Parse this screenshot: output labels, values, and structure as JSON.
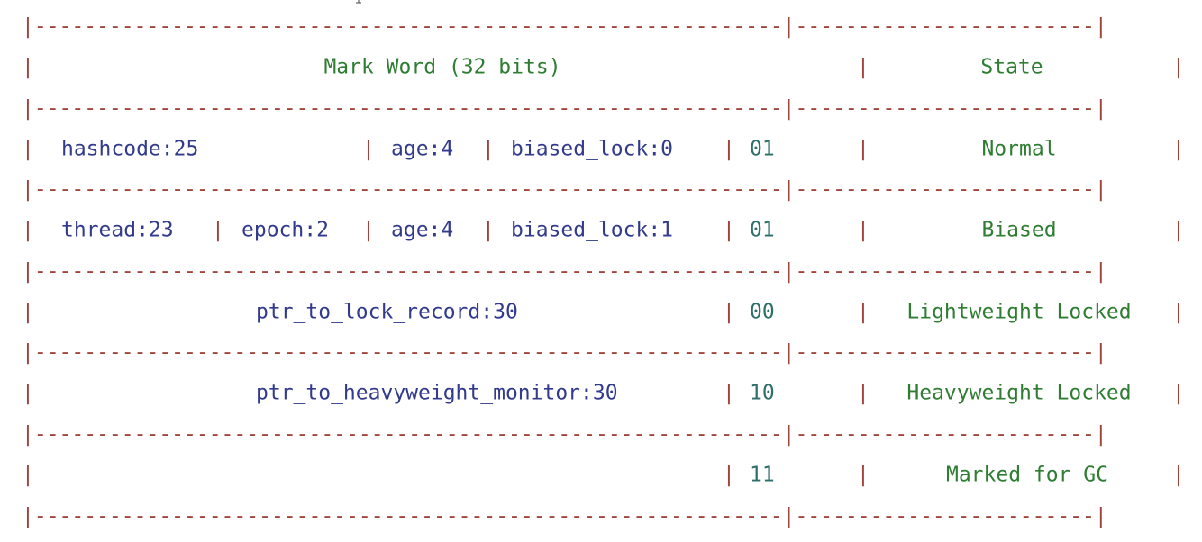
{
  "header": {
    "mark_word": "Mark Word (32 bits)",
    "state": "State"
  },
  "rows": [
    {
      "fields": [
        "hashcode:25",
        "age:4",
        "biased_lock:0"
      ],
      "lock_bits": "01",
      "state": "Normal"
    },
    {
      "fields": [
        "thread:23",
        "epoch:2",
        "age:4",
        "biased_lock:1"
      ],
      "lock_bits": "01",
      "state": "Biased"
    },
    {
      "fields": [
        "ptr_to_lock_record:30"
      ],
      "lock_bits": "00",
      "state": "Lightweight Locked"
    },
    {
      "fields": [
        "ptr_to_heavyweight_monitor:30"
      ],
      "lock_bits": "10",
      "state": "Heavyweight Locked"
    },
    {
      "fields": [],
      "lock_bits": "11",
      "state": "Marked for GC"
    }
  ],
  "colors": {
    "separator": "#a0443c",
    "header": "#2e7d32",
    "field": "#323a8c",
    "bits": "#2f6f6a",
    "state": "#2e7d32"
  }
}
